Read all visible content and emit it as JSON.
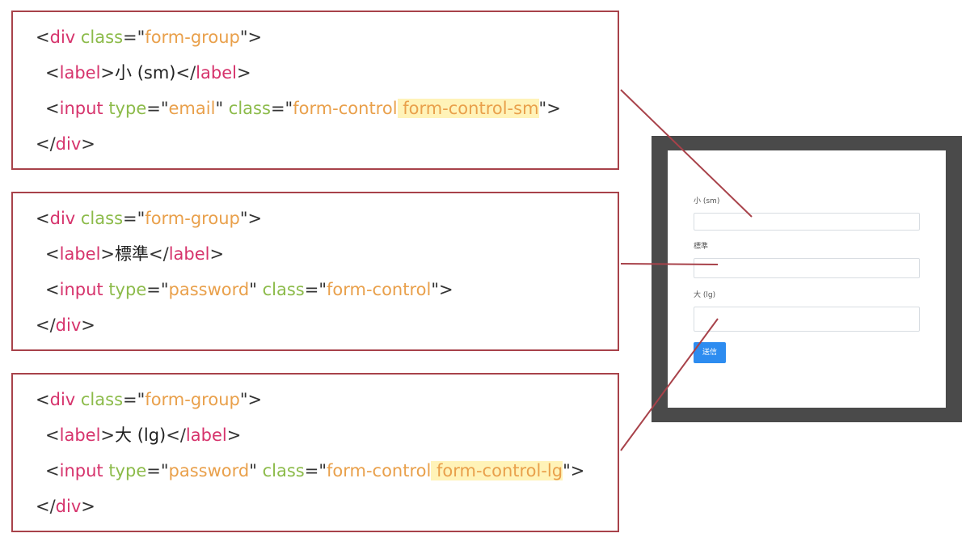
{
  "code_blocks": [
    {
      "group_class": "form-group",
      "label_text": "小 (sm)",
      "input_type": "email",
      "input_class_base": "form-control",
      "input_class_extra": " form-control-sm"
    },
    {
      "group_class": "form-group",
      "label_text": "標準",
      "input_type": "password",
      "input_class_base": "form-control",
      "input_class_extra": ""
    },
    {
      "group_class": "form-group",
      "label_text": "大 (lg)",
      "input_type": "password",
      "input_class_base": "form-control",
      "input_class_extra": " form-control-lg"
    }
  ],
  "syntax": {
    "lt": "<",
    "gt": ">",
    "close_lt": "</",
    "eq_q": "=\"",
    "q": "\"",
    "q_gt": "\">",
    "tag_div": "div",
    "tag_label": "label",
    "tag_input": "input",
    "attr_class": "class",
    "attr_type": "type"
  },
  "preview": {
    "labels": [
      "小 (sm)",
      "標準",
      "大 (lg)"
    ],
    "submit_label": "送信"
  },
  "colors": {
    "border": "#a8424a",
    "tag": "#d6336c",
    "attr": "#8cbb4a",
    "value": "#e9a04b",
    "highlight": "#fff3b8",
    "frame": "#4a4a4a",
    "button": "#2d8cf0"
  }
}
